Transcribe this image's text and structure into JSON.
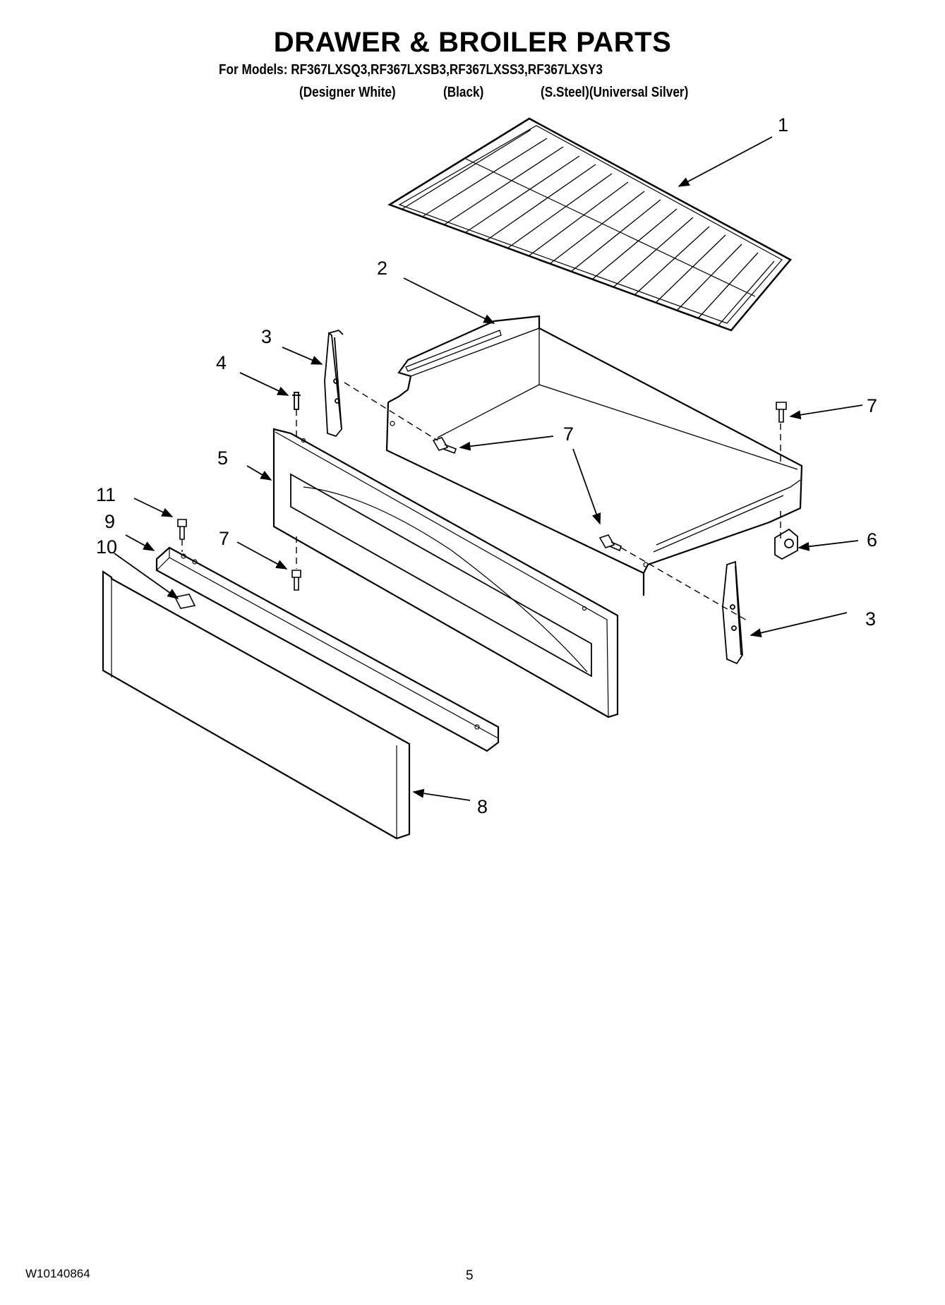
{
  "header": {
    "title": "DRAWER & BROILER PARTS",
    "models_line": "For Models: RF367LXSQ3,RF367LXSB3,RF367LXSS3,RF367LXSY3",
    "finishes": [
      "(Designer White)",
      "(Black)",
      "(S.Steel)(Universal Silver)"
    ]
  },
  "callouts": {
    "c1": "1",
    "c2": "2",
    "c3a": "3",
    "c3b": "3",
    "c4": "4",
    "c5": "5",
    "c6": "6",
    "c7a": "7",
    "c7b": "7",
    "c7c": "7",
    "c8": "8",
    "c9": "9",
    "c10": "10",
    "c11": "11"
  },
  "footer": {
    "doc_code": "W10140864",
    "page_number": "5"
  }
}
